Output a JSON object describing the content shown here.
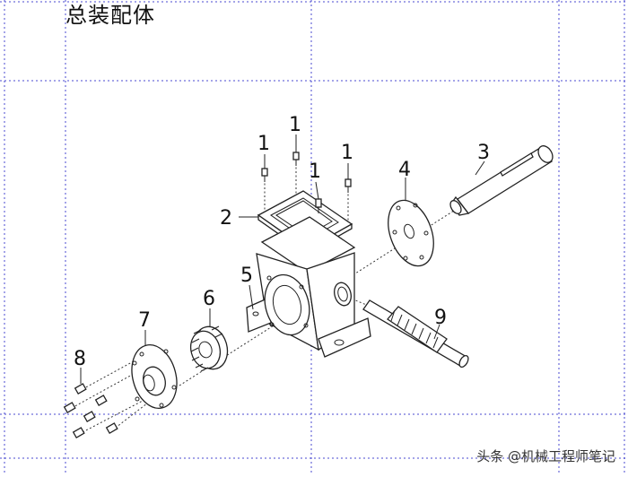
{
  "title": "总装配体",
  "watermark": "头条 @机械工程师笔记",
  "callouts": [
    {
      "id": "screw-top-a",
      "label": "1"
    },
    {
      "id": "screw-top-b",
      "label": "1"
    },
    {
      "id": "screw-top-c",
      "label": "1"
    },
    {
      "id": "screw-top-d",
      "label": "1"
    },
    {
      "id": "cover",
      "label": "2"
    },
    {
      "id": "shaft",
      "label": "3"
    },
    {
      "id": "end-plate",
      "label": "4"
    },
    {
      "id": "housing",
      "label": "5"
    },
    {
      "id": "gear",
      "label": "6"
    },
    {
      "id": "flange",
      "label": "7"
    },
    {
      "id": "screw-bottom",
      "label": "8"
    },
    {
      "id": "worm",
      "label": "9"
    }
  ]
}
